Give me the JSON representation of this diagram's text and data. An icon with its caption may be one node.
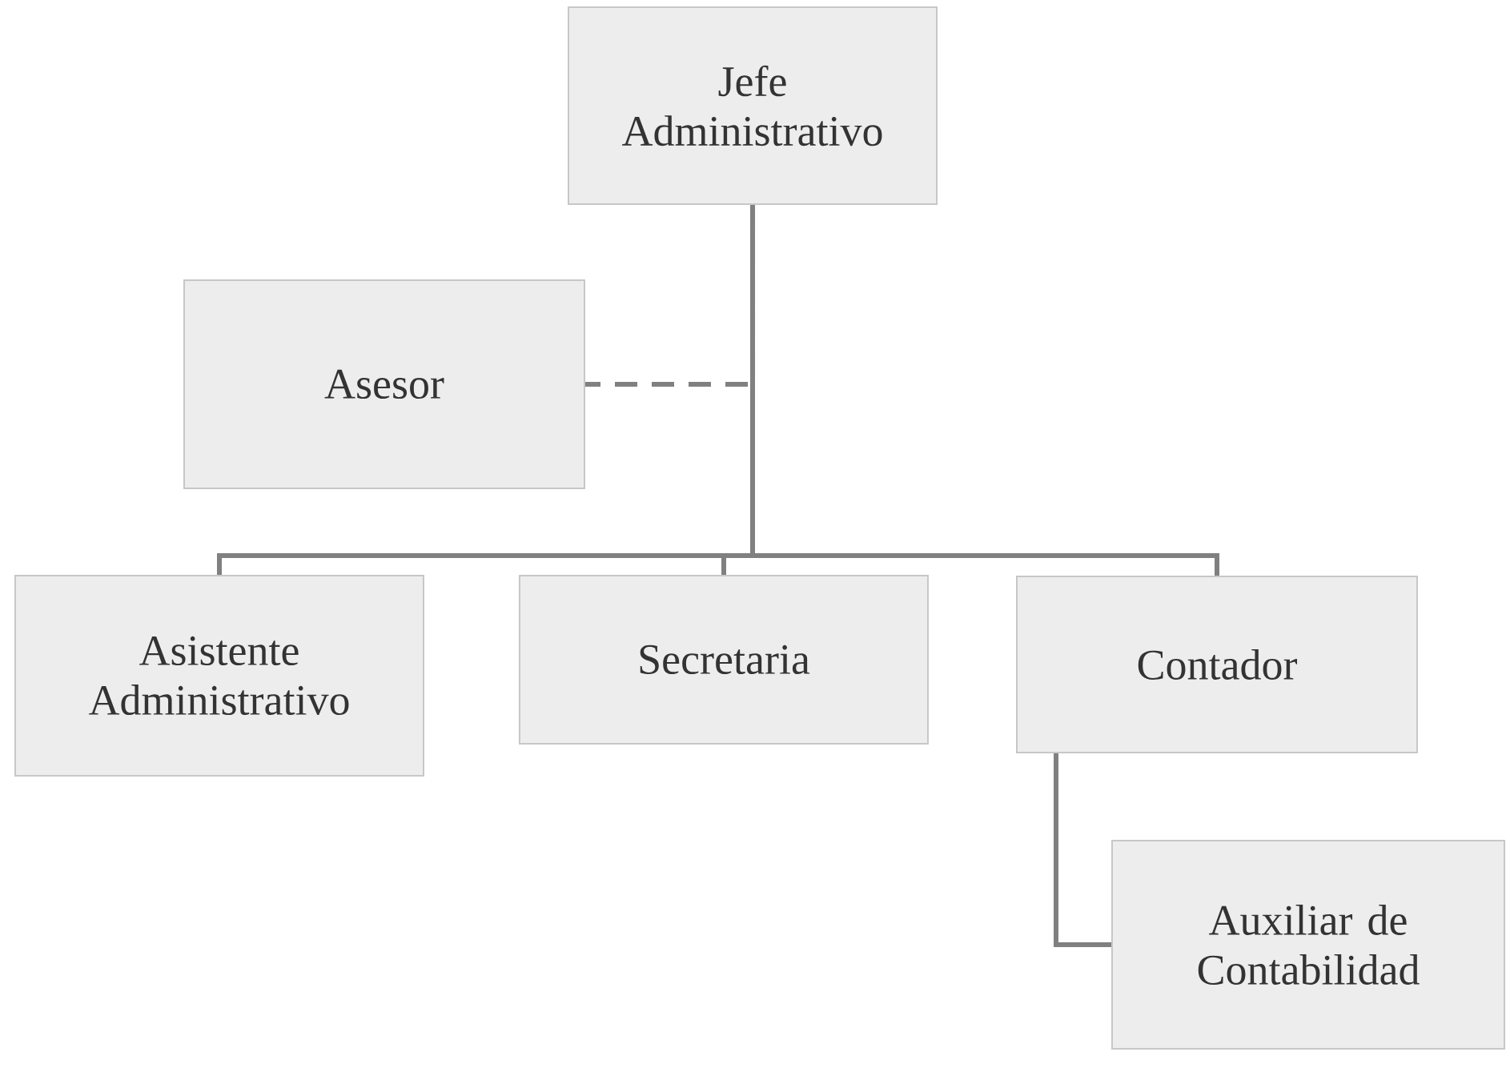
{
  "diagram": {
    "nodes": [
      {
        "text": [
          "Jefe Administrativo"
        ]
      },
      {
        "text": [
          "Asesor"
        ]
      },
      {
        "text": [
          "Asistente Administrativo"
        ]
      },
      {
        "text": [
          "Secretaria"
        ]
      },
      {
        "text": [
          "Contador"
        ]
      },
      {
        "text": [
          "Auxiliar de Contabilidad"
        ]
      }
    ],
    "edges": [
      {
        "from": 0,
        "to": 1,
        "arrow": "none",
        "style": "dashed"
      },
      {
        "from": 0,
        "to": 2,
        "arrow": "none"
      },
      {
        "from": 0,
        "to": 3,
        "arrow": "none"
      },
      {
        "from": 0,
        "to": 4,
        "arrow": "none"
      },
      {
        "from": 4,
        "to": 5,
        "arrow": "none"
      }
    ]
  }
}
